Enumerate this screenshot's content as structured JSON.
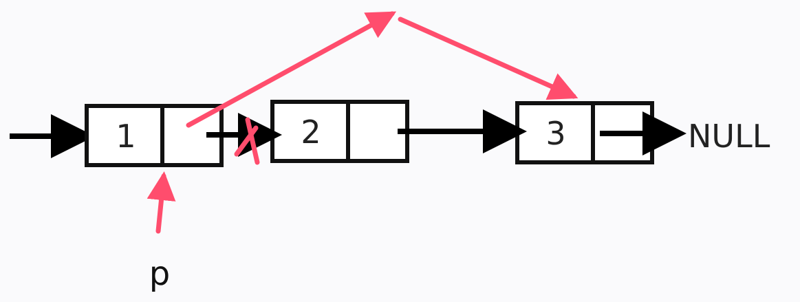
{
  "nodes": [
    {
      "value": "1"
    },
    {
      "value": "2"
    },
    {
      "value": "3"
    }
  ],
  "null_label": "NULL",
  "pointer_label": "p",
  "colors": {
    "box_stroke": "#111111",
    "arrow": "#000000",
    "highlight": "#ff4d6d"
  }
}
